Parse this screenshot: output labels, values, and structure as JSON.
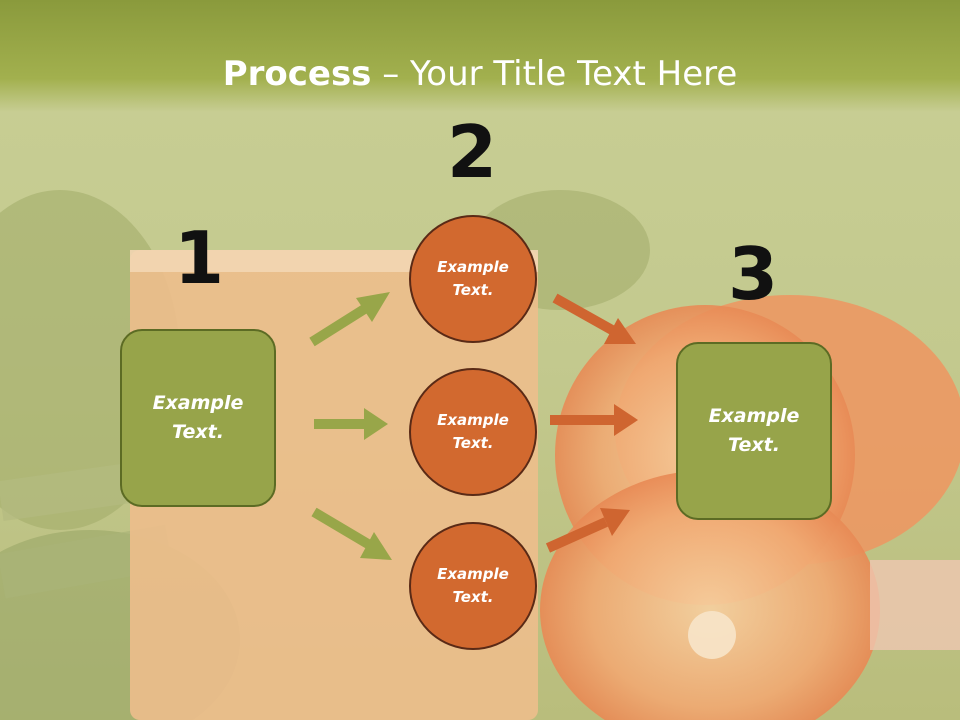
{
  "title": {
    "bold": "Process",
    "rest": " – Your Title Text Here"
  },
  "steps": {
    "one": "1",
    "two": "2",
    "three": "3"
  },
  "boxes": {
    "left": "Example\nText.",
    "right": "Example\nText."
  },
  "circles": {
    "top": "Example\nText.",
    "middle": "Example\nText.",
    "bottom": "Example\nText."
  },
  "colors": {
    "green": "#97a44a",
    "orange": "#d2692f",
    "arrow_green": "#98a649",
    "arrow_orange": "#cf6530"
  }
}
